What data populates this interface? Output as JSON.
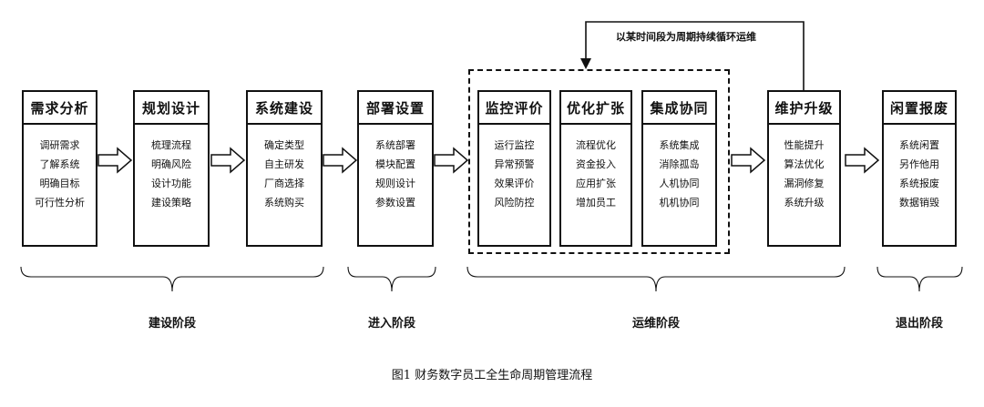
{
  "stages": [
    {
      "title": "需求分析",
      "items": [
        "调研需求",
        "了解系统",
        "明确目标",
        "可行性分析"
      ]
    },
    {
      "title": "规划设计",
      "items": [
        "梳理流程",
        "明确风险",
        "设计功能",
        "建设策略"
      ]
    },
    {
      "title": "系统建设",
      "items": [
        "确定类型",
        "自主研发",
        "厂商选择",
        "系统购买"
      ]
    },
    {
      "title": "部署设置",
      "items": [
        "系统部署",
        "模块配置",
        "规则设计",
        "参数设置"
      ]
    },
    {
      "title": "监控评价",
      "items": [
        "运行监控",
        "异常预警",
        "效果评价",
        "风险防控"
      ]
    },
    {
      "title": "优化扩张",
      "items": [
        "流程优化",
        "资金投入",
        "应用扩张",
        "增加员工"
      ]
    },
    {
      "title": "集成协同",
      "items": [
        "系统集成",
        "消除孤岛",
        "人机协同",
        "机机协同"
      ]
    },
    {
      "title": "维护升级",
      "items": [
        "性能提升",
        "算法优化",
        "漏洞修复",
        "系统升级"
      ]
    },
    {
      "title": "闲置报废",
      "items": [
        "系统闲置",
        "另作他用",
        "系统报废",
        "数据销毁"
      ]
    }
  ],
  "phases": [
    "建设阶段",
    "进入阶段",
    "运维阶段",
    "退出阶段"
  ],
  "loop_label": "以某时间段为周期持续循环运维",
  "caption": "图1   财务数字员工全生命周期管理流程"
}
